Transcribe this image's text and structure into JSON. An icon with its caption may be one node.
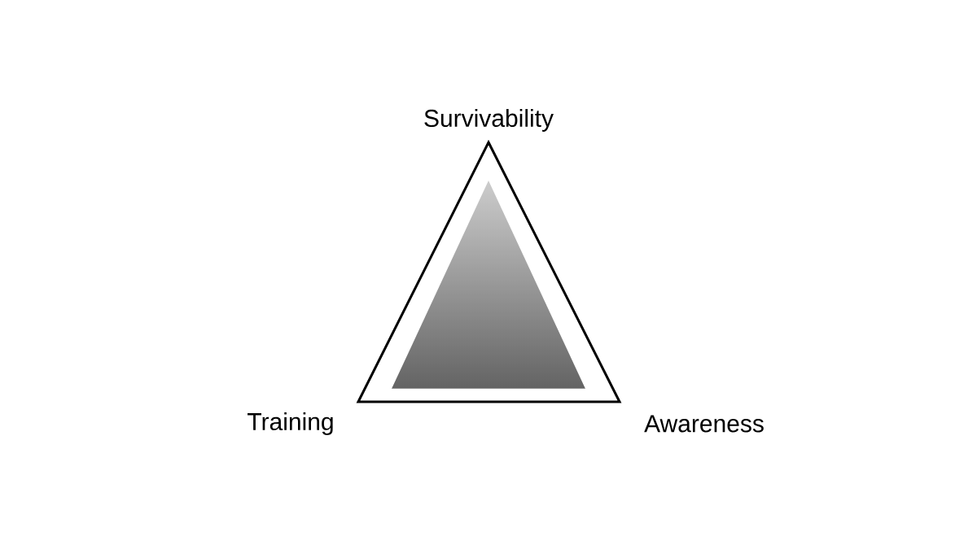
{
  "diagram": {
    "labels": [
      "Survivability",
      "Training",
      "Awareness"
    ]
  }
}
